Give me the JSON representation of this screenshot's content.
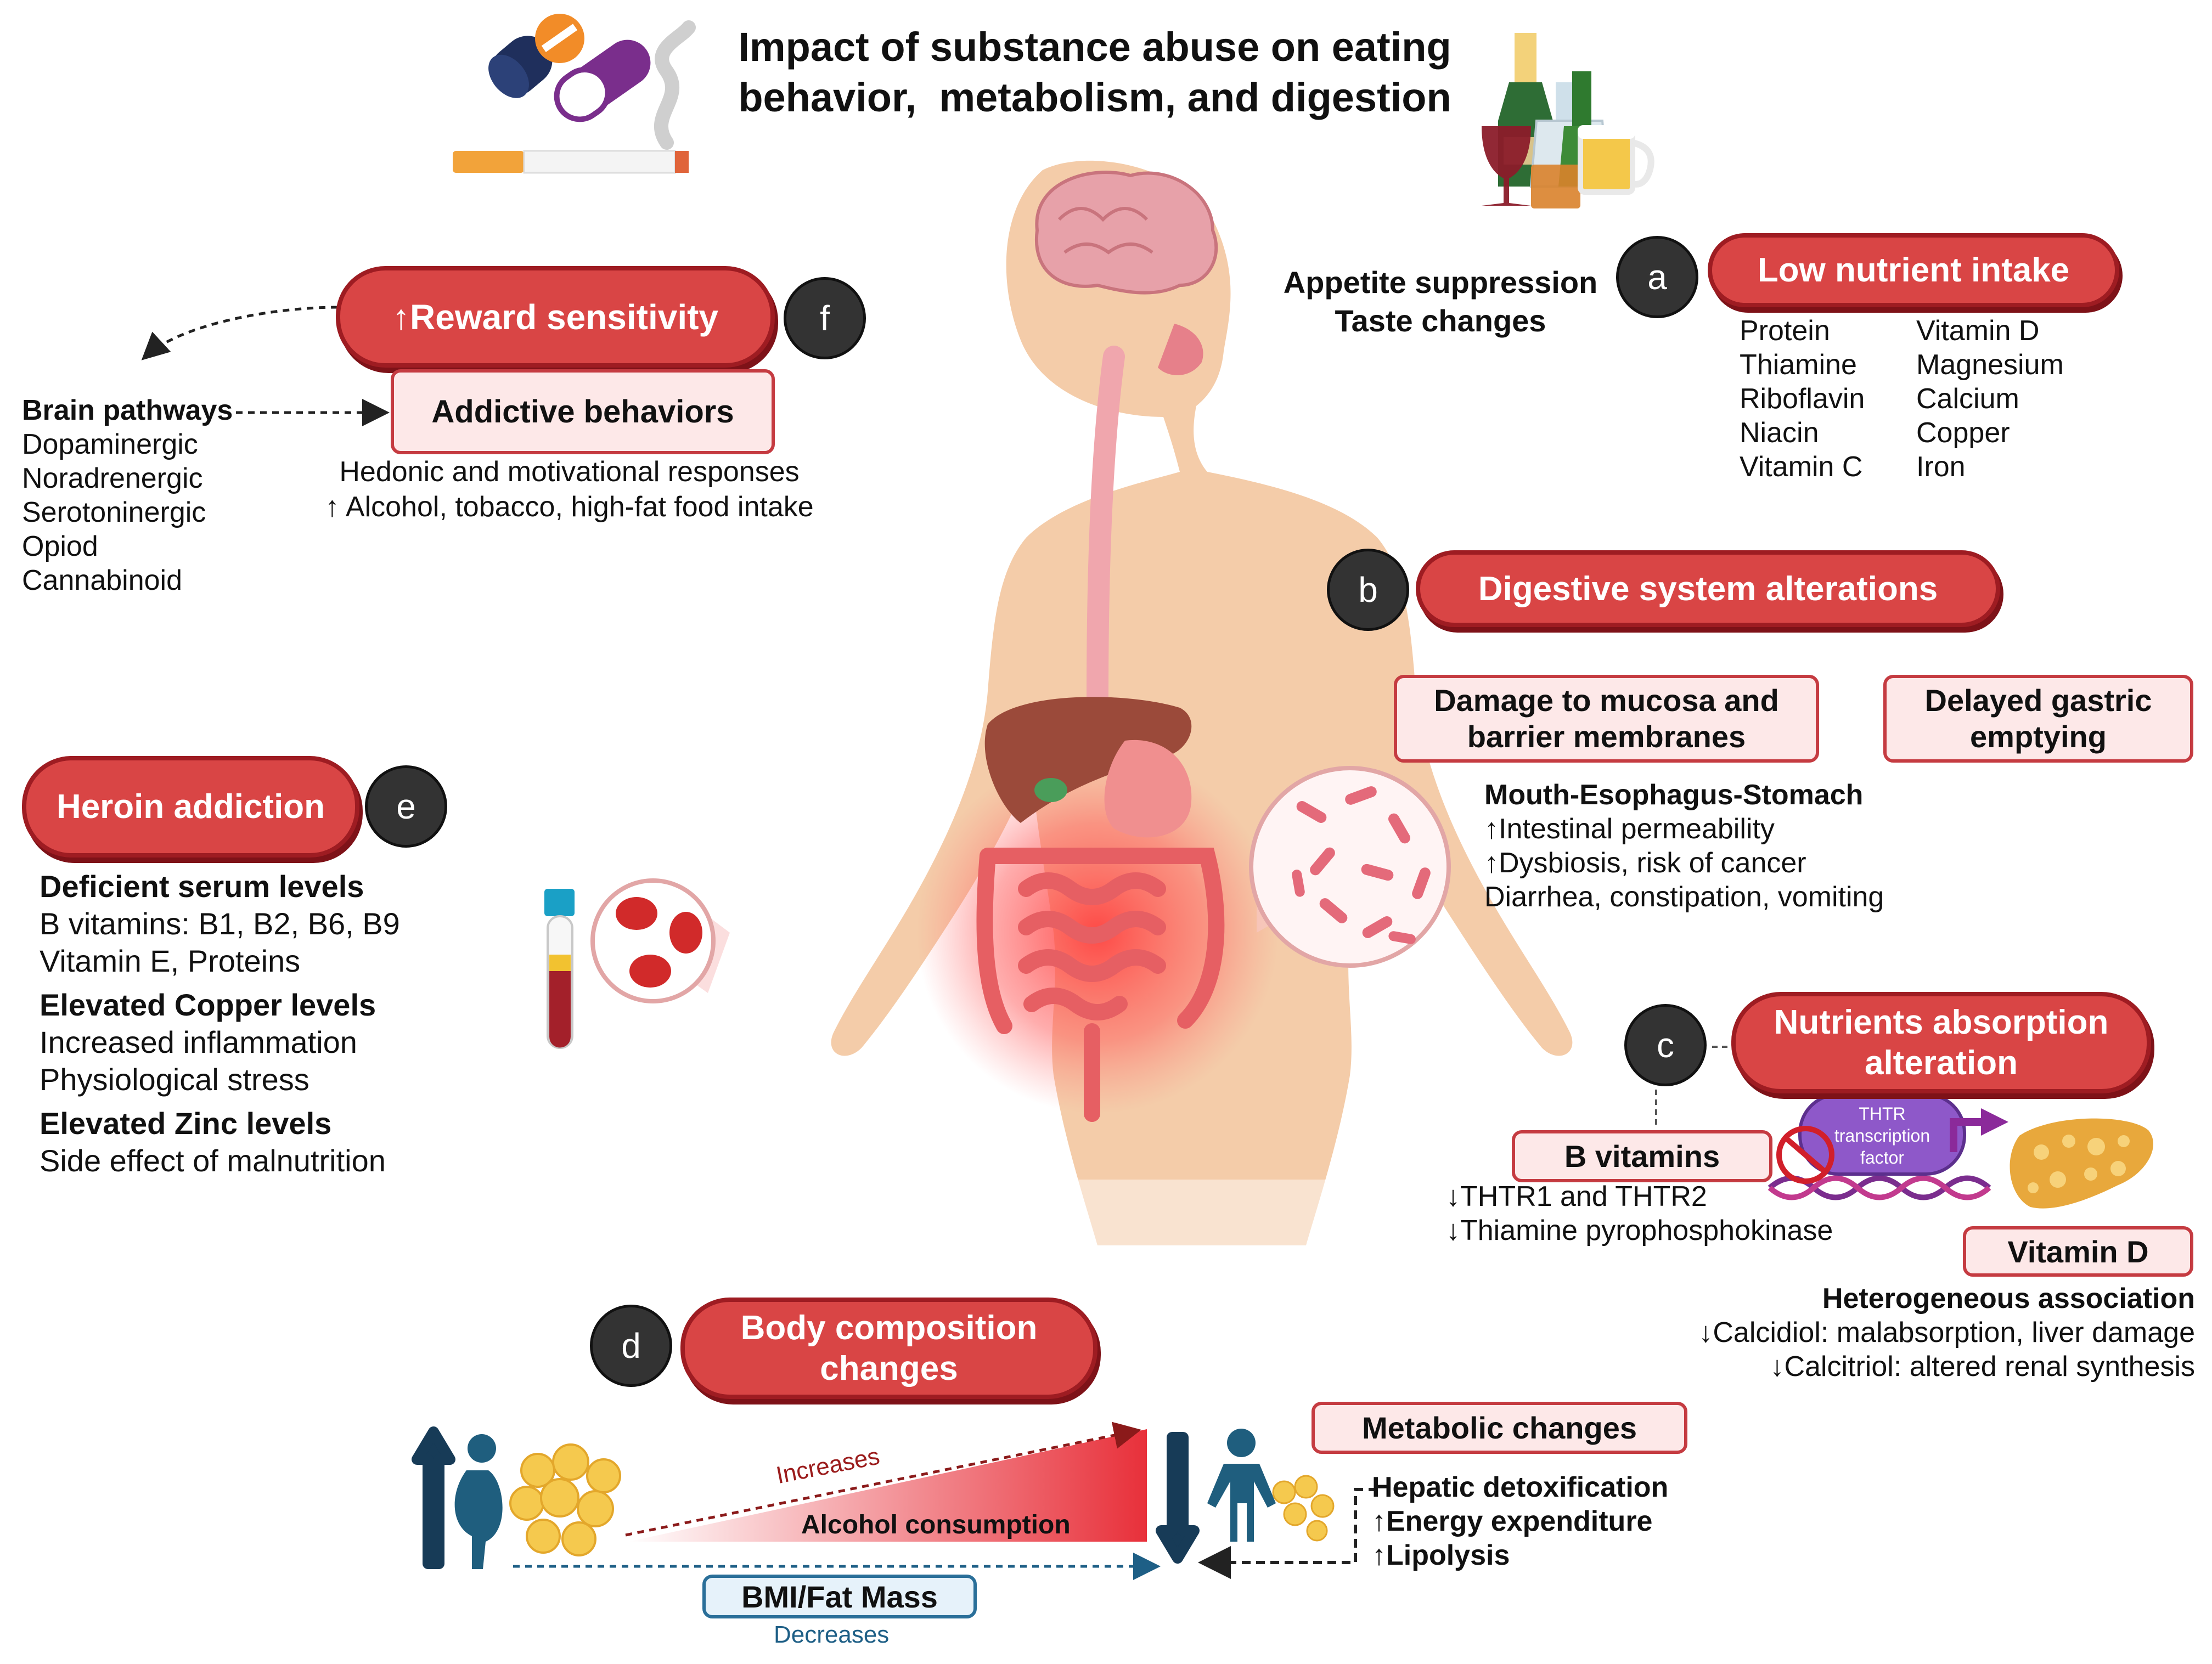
{
  "title": "Impact of substance abuse on eating\nbehavior,  metabolism, and digestion",
  "badges": {
    "a": "a",
    "b": "b",
    "c": "c",
    "d": "d",
    "e": "e",
    "f": "f"
  },
  "section_a": {
    "left_lines": [
      "Appetite suppression",
      "Taste changes"
    ],
    "label": "Low nutrient intake",
    "nutrients_col1": [
      "Protein",
      "Thiamine",
      "Riboflavin",
      "Niacin",
      "Vitamin C"
    ],
    "nutrients_col2": [
      "Vitamin D",
      "Magnesium",
      "Calcium",
      "Copper",
      "Iron"
    ]
  },
  "section_b": {
    "label": "Digestive system alterations",
    "box1": "Damage to mucosa and\nbarrier membranes",
    "box2": "Delayed gastric\nemptying",
    "heading": "Mouth-Esophagus-Stomach",
    "lines": [
      "↑Intestinal permeability",
      "↑Dysbiosis, risk of cancer",
      "Diarrhea, constipation, vomiting"
    ]
  },
  "section_c": {
    "label": "Nutrients absorption\nalteration",
    "bvit_label": "B vitamins",
    "bvit_lines": [
      "↓THTR1 and THTR2",
      "↓Thiamine pyrophosphokinase"
    ],
    "thtr_label": "THTR\ntranscription\nfactor",
    "vitd_label": "Vitamin D",
    "vitd_heading": "Heterogeneous association",
    "vitd_lines": [
      "↓Calcidiol: malabsorption, liver damage",
      "↓Calcitriol: altered renal synthesis"
    ]
  },
  "section_d": {
    "label": "Body composition\nchanges",
    "increases": "Increases",
    "alcohol": "Alcohol consumption",
    "bmi": "BMI/Fat Mass",
    "decreases": "Decreases",
    "metabolic_label": "Metabolic changes",
    "metabolic_lines": [
      "Hepatic detoxification",
      "↑Energy expenditure",
      "↑Lipolysis"
    ]
  },
  "section_e": {
    "label": "Heroin addiction",
    "items": [
      {
        "text": "Deficient serum levels",
        "bold": true
      },
      {
        "text": "B vitamins: B1, B2, B6, B9",
        "bold": false
      },
      {
        "text": "Vitamin E, Proteins",
        "bold": false
      },
      {
        "text": "Elevated Copper levels",
        "bold": true
      },
      {
        "text": "Increased inflammation",
        "bold": false
      },
      {
        "text": "Physiological stress",
        "bold": false
      },
      {
        "text": "Elevated Zinc levels",
        "bold": true
      },
      {
        "text": "Side effect of malnutrition",
        "bold": false
      }
    ]
  },
  "section_f": {
    "label": "↑Reward sensitivity",
    "box": "Addictive behaviors",
    "lines": [
      "Hedonic and motivational responses",
      "↑ Alcohol, tobacco, high-fat food intake"
    ],
    "pathways_heading": "Brain pathways",
    "pathways": [
      "Dopaminergic",
      "Noradrenergic",
      "Serotoninergic",
      "Opiod",
      "Cannabinoid"
    ]
  },
  "colors": {
    "pill_fill": "#d94545",
    "pill_border": "#9e1c22",
    "box_fill": "#fde8e8",
    "skin": "#f3c9a4",
    "navy": "#173b57"
  }
}
